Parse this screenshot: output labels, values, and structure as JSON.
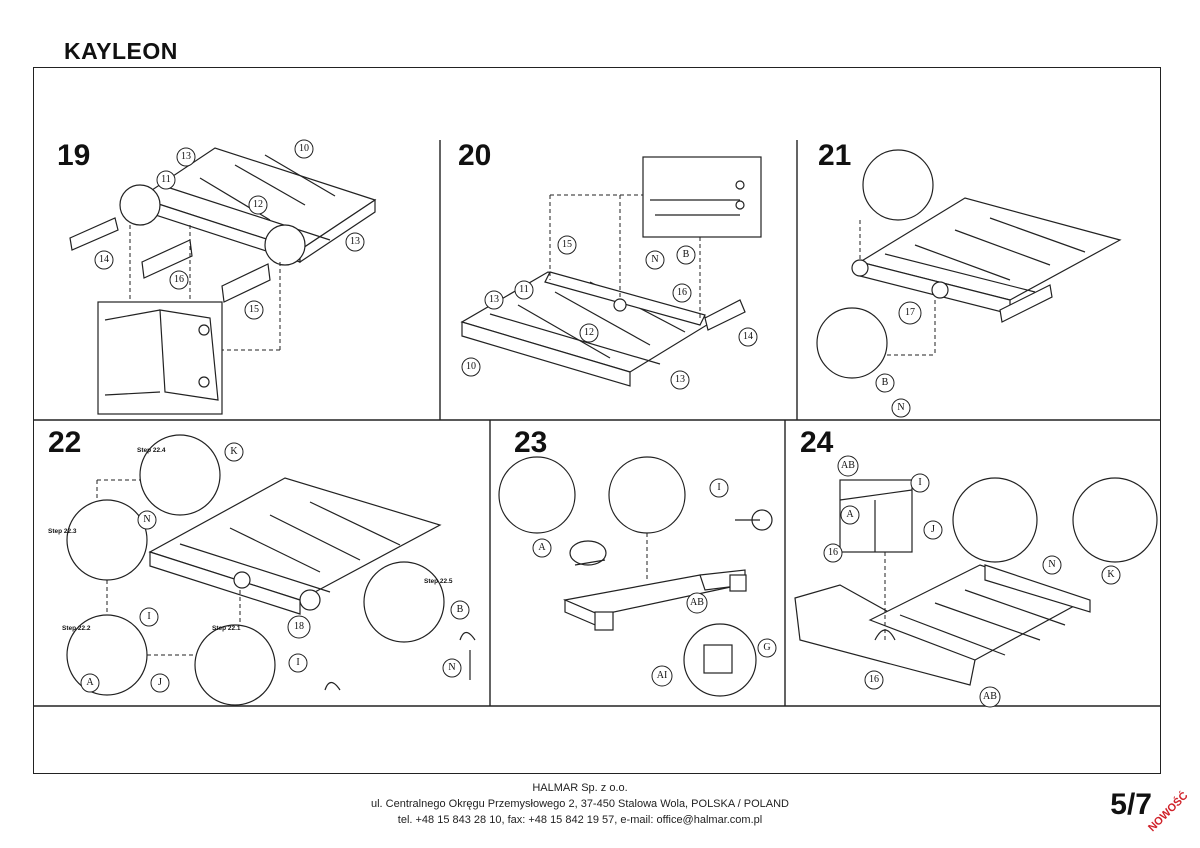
{
  "document": {
    "title": "KAYLEON",
    "page_number": "5/7",
    "badge": "NOWOŚĆ"
  },
  "footer": {
    "company": "HALMAR Sp. z o.o.",
    "address": "ul. Centralnego Okręgu Przemysłowego 2, 37-450 Stalowa Wola, POLSKA / POLAND",
    "contact": "tel. +48 15 843 28 10, fax: +48 15 842 19 57, e-mail: office@halmar.com.pl"
  },
  "steps": [
    {
      "number": "19",
      "callouts": [
        "13",
        "10",
        "11",
        "12",
        "13",
        "14",
        "16",
        "15"
      ]
    },
    {
      "number": "20",
      "callouts": [
        "15",
        "11",
        "16",
        "13",
        "12",
        "14",
        "10",
        "13",
        "N",
        "B"
      ]
    },
    {
      "number": "21",
      "callouts": [
        "17",
        "B",
        "N"
      ]
    },
    {
      "number": "22",
      "callouts": [
        "K",
        "N",
        "I",
        "A",
        "J",
        "I",
        "18",
        "B",
        "N"
      ],
      "labels": [
        "Step 22.4",
        "Step 22.3",
        "Step 22.2",
        "Step 22.1",
        "Step 22.5"
      ]
    },
    {
      "number": "23",
      "callouts": [
        "I",
        "A",
        "AB",
        "G",
        "AI"
      ]
    },
    {
      "number": "24",
      "callouts": [
        "AB",
        "I",
        "A",
        "J",
        "16",
        "N",
        "K",
        "16",
        "AB"
      ]
    }
  ],
  "colors": {
    "accent": "#d0222a",
    "line": "#222222"
  }
}
